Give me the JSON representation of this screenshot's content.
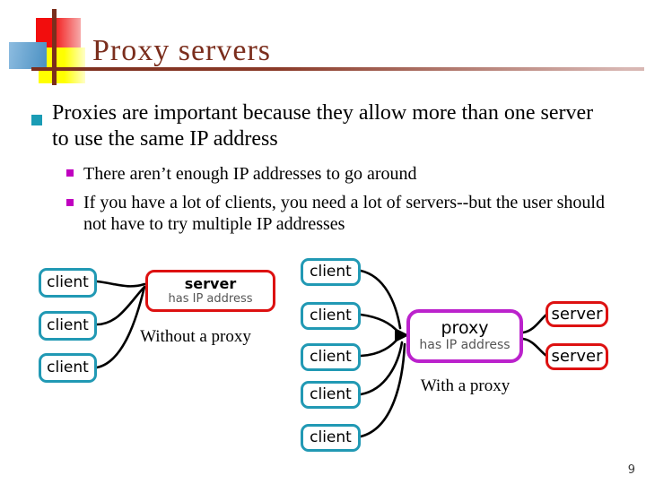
{
  "slide": {
    "title": "Proxy servers",
    "page_number": "9"
  },
  "bullets": {
    "main": "Proxies are important because they allow more than one server to use the same IP address",
    "sub1": "There aren’t enough IP addresses to go around",
    "sub2": "If you have a lot of clients, you need a lot of servers--but the user should not have to try multiple IP addresses"
  },
  "diagram_without": {
    "clients": [
      "client",
      "client",
      "client"
    ],
    "server_label": "server",
    "server_sublabel": "has IP address",
    "caption": "Without a proxy"
  },
  "diagram_with": {
    "clients": [
      "client",
      "client",
      "client",
      "client",
      "client"
    ],
    "proxy_label": "proxy",
    "proxy_sublabel": "has IP address",
    "servers": [
      "server",
      "server"
    ],
    "caption": "With a proxy"
  },
  "colors": {
    "title_text": "#7b2e1d",
    "client_border": "#2199b4",
    "server_border": "#dd1111",
    "proxy_border": "#bb22cc",
    "main_bullet_square": "#1a9cb5",
    "sub_bullet_square": "#c000c0",
    "sublabel_text": "#555555"
  }
}
